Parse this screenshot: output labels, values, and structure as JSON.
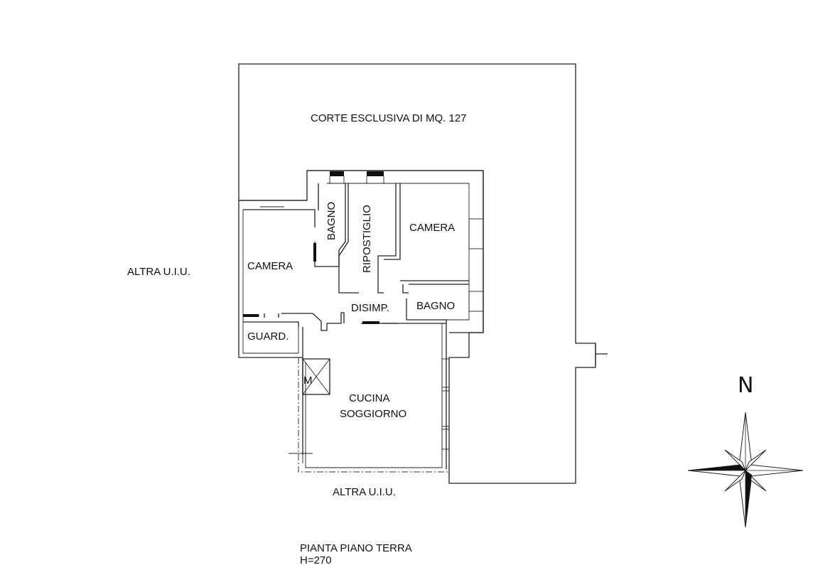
{
  "plan": {
    "courtyard_label": "CORTE ESCLUSIVA DI MQ. 127",
    "neighbor_west": "ALTRA U.I.U.",
    "neighbor_south": "ALTRA U.I.U.",
    "caption_title": "PIANTA PIANO TERRA",
    "caption_height": "H=270",
    "north_label": "N",
    "rooms": {
      "bagno_1": "BAGNO",
      "ripostiglio": "RIPOSTIGLIO",
      "camera_east": "CAMERA",
      "camera_west": "CAMERA",
      "disimpegno": "DISIMP.",
      "bagno_2": "BAGNO",
      "guardaroba": "GUARD.",
      "cucina_line1": "CUCINA",
      "cucina_line2": "SOGGIORNO",
      "shaft_mark": "M"
    }
  }
}
